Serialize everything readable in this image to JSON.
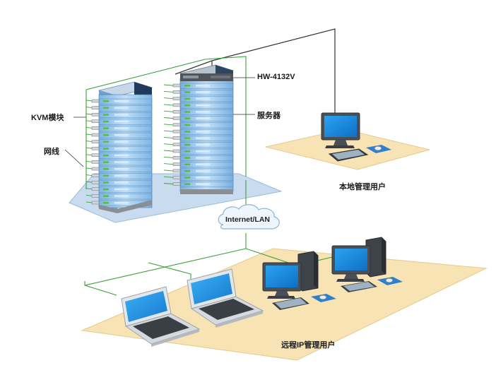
{
  "labels": {
    "kvm_module": "KVM模块",
    "network_cable": "网线",
    "device_model": "HW-4132V",
    "server": "服务器",
    "local_user": "本地管理用户",
    "internet": "Internet/LAN",
    "remote_user": "远程IP管理用户"
  },
  "colors": {
    "platform_blue": "#c9dcef",
    "platform_tan": "#f7e3b4",
    "cable_green": "#3aa13a",
    "server_blue": "#9cc9ef",
    "screen_blue": "#1f8fe0",
    "switch_dark": "#5a5f66",
    "cable_black": "#333333"
  }
}
